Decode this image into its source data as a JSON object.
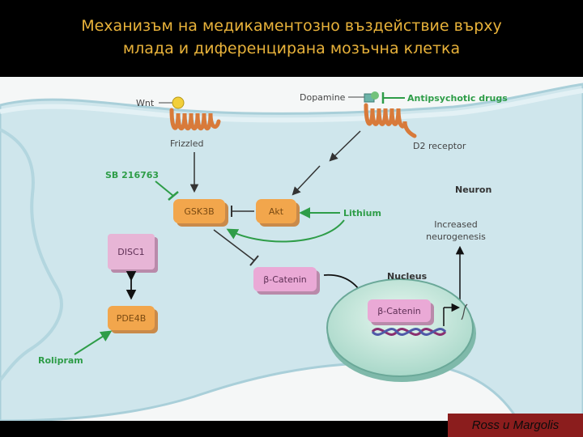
{
  "title": {
    "line1": "Механизъм на медикаментозно въздействие върху",
    "line2": "млада и диференцирана мозъчна клетка"
  },
  "diagram": {
    "wnt": "Wnt",
    "frizzled": "Frizzled",
    "dopamine": "Dopamine",
    "antipsychotic": "Antipsychotic drugs",
    "d2_receptor": "D2 receptor",
    "sb": "SB 216763",
    "gsk3b": "GSK3B",
    "akt": "Akt",
    "lithium": "Lithium",
    "neuron": "Neuron",
    "increased": "Increased",
    "neurogenesis": "neurogenesis",
    "disc1": "DISC1",
    "beta_catenin": "β-Catenin",
    "nucleus": "Nucleus",
    "nuclear_beta_catenin": "β-Catenin",
    "pde4b": "PDE4B",
    "rolipram": "Rolipram"
  },
  "credit": "Ross и Margolis",
  "colors": {
    "title": "#e8b23a",
    "cell": "#cfe6ec",
    "orange_box": "#f2a64c",
    "pink_box": "#e9a8d6",
    "inhibitor_green": "#2e9d48",
    "credit_bg": "#8b1d1d"
  }
}
